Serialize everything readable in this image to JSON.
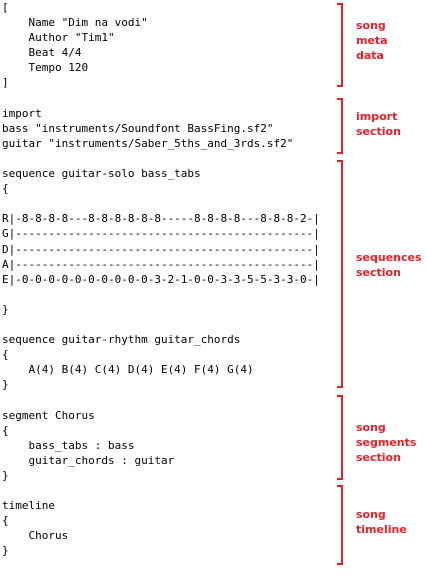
{
  "code_lines": [
    "[",
    "    Name \"Dim na vodi\"",
    "    Author \"Tim1\"",
    "    Beat 4/4",
    "    Tempo 120",
    "]",
    "",
    "import",
    "bass \"instruments/Soundfont BassFing.sf2\"",
    "guitar \"instruments/Saber_5ths_and_3rds.sf2\"",
    "",
    "sequence guitar-solo bass_tabs",
    "{",
    "",
    "R|-8-8-8-8---8-8-8-8-8-8-----8-8-8-8---8-8-8-2-|",
    "G|---------------------------------------------|",
    "D|---------------------------------------------|",
    "A|---------------------------------------------|",
    "E|-0-0-0-0-0-0-0-0-0-0-3-2-1-0-0-3-3-5-5-3-3-0-|",
    "",
    "}",
    "",
    "sequence guitar-rhythm guitar_chords",
    "{",
    "    A(4) B(4) C(4) D(4) E(4) F(4) G(4)",
    "}",
    "",
    "segment Chorus",
    "{",
    "    bass_tabs : bass",
    "    guitar_chords : guitar",
    "}",
    "",
    "timeline",
    "{",
    "    Chorus",
    "}"
  ],
  "annotations": [
    {
      "id": "meta",
      "label": "song\nmeta\ndata"
    },
    {
      "id": "import",
      "label": "import\nsection"
    },
    {
      "id": "sequences",
      "label": "sequences\nsection"
    },
    {
      "id": "segments",
      "label": "song\nsegments\nsection"
    },
    {
      "id": "timeline",
      "label": "song\ntimeline"
    }
  ],
  "accent_color": "#e8202a"
}
